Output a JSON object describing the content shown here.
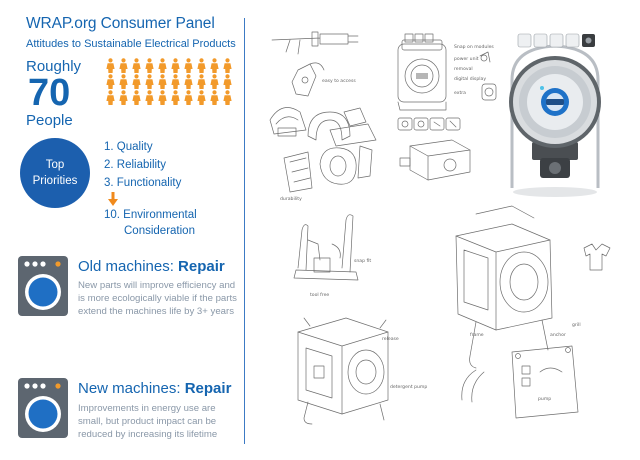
{
  "panel": {
    "title": "WRAP.org Consumer Panel",
    "subtitle": "Attitudes to Sustainable Electrical Products",
    "roughly": "Roughly",
    "count": "70",
    "people": "People",
    "people_icon_count": 30
  },
  "priorities": {
    "circle_line1": "Top",
    "circle_line2": "Priorities",
    "items": [
      "1. Quality",
      "2. Reliability",
      "3. Functionality"
    ],
    "last_line1": "10. Environmental",
    "last_line2": "Consideration"
  },
  "old_machines": {
    "heading_prefix": "Old machines: ",
    "heading_emphasis": "Repair",
    "body": "New parts will improve efficiency and is more ecologically viable if the parts extend the machines life by 3+ years"
  },
  "new_machines": {
    "heading_prefix": "New machines: ",
    "heading_emphasis": "Repair",
    "body": "Improvements in energy use are small, but product impact can be reduced by increasing its lifetime"
  },
  "sketch_notes": {
    "n1": "Snap on modules",
    "n2": "power unit",
    "n3": "removal",
    "n4": "digital display",
    "n5": "extra",
    "n6": "easy to access",
    "n7": "durability",
    "n8": "snap fit",
    "n9": "tool free",
    "n10": "frame",
    "n11": "release",
    "n12": "detergent pump",
    "n13": "anchor",
    "n14": "grill",
    "n15": "pump"
  },
  "colors": {
    "brand_blue": "#1565b0",
    "circle_blue": "#1c5fae",
    "people_orange": "#f29a2b",
    "arrow_orange": "#f08a1c",
    "machine_grey": "#5d6670",
    "drum_blue": "#1f6fc4",
    "body_grey": "#8a98a8"
  }
}
